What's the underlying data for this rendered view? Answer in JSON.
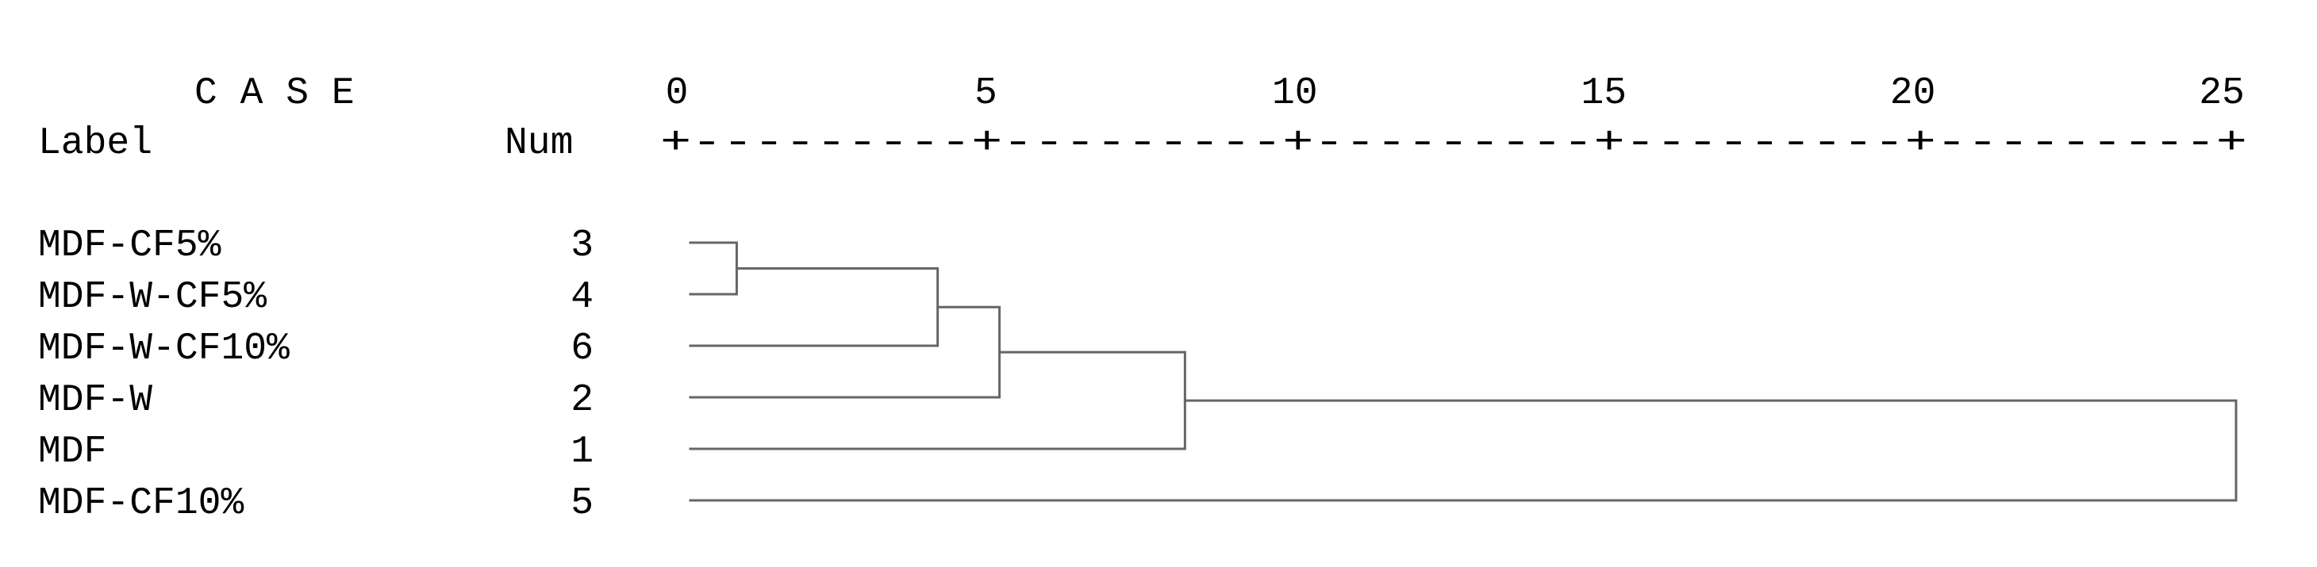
{
  "header": {
    "case_title": "C A S E",
    "label_heading": "Label",
    "num_heading": "Num"
  },
  "axis": {
    "ticks": [
      0,
      5,
      10,
      15,
      20,
      25
    ],
    "ruler": "+---------+---------+---------+---------+---------+"
  },
  "cases": [
    {
      "label": "MDF-CF5%",
      "num": "3"
    },
    {
      "label": "MDF-W-CF5%",
      "num": "4"
    },
    {
      "label": "MDF-W-CF10%",
      "num": "6"
    },
    {
      "label": "MDF-W",
      "num": "2"
    },
    {
      "label": "MDF",
      "num": "1"
    },
    {
      "label": "MDF-CF10%",
      "num": "5"
    }
  ],
  "merges": [
    {
      "a": 0,
      "b": 1,
      "height": 0.75
    },
    {
      "a": 6,
      "b": 2,
      "height": 4.0
    },
    {
      "a": 7,
      "b": 3,
      "height": 5.0
    },
    {
      "a": 8,
      "b": 4,
      "height": 8.0
    },
    {
      "a": 9,
      "b": 5,
      "height": 25.0
    }
  ]
}
